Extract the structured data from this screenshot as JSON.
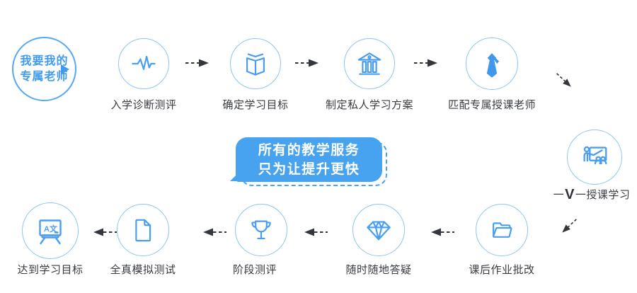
{
  "colors": {
    "accent_blue": "#47a2f0",
    "icon_blue": "#4a9ef0",
    "circle_border_blue": "#8cc5f7",
    "arrow_dark": "#33373c",
    "label_dark": "#383b40",
    "background": "#ffffff"
  },
  "start_badge": {
    "line1": "我要我的",
    "line2": "专属老师",
    "icon": "play-triangle-icon"
  },
  "center_bubble": {
    "line1": "所有的教学服务",
    "line2": "只为让提升更快"
  },
  "steps": {
    "top": [
      {
        "label": "入学诊断测评",
        "icon": "pulse-icon"
      },
      {
        "label": "确定学习目标",
        "icon": "open-book-icon"
      },
      {
        "label": "制定私人学习方案",
        "icon": "bank-icon"
      },
      {
        "label": "匹配专属授课老师",
        "icon": "tie-icon"
      }
    ],
    "right": {
      "label_prefix": "一",
      "label_v": "V",
      "label_suffix": "一授课学习",
      "icon": "teacher-blackboard-icon"
    },
    "bottom": [
      {
        "label": "课后作业批改",
        "icon": "open-folder-icon"
      },
      {
        "label": "随时随地答疑",
        "icon": "diamond-icon"
      },
      {
        "label": "阶段测评",
        "icon": "trophy-icon"
      },
      {
        "label": "全真模拟测试",
        "icon": "document-icon"
      },
      {
        "label": "达到学习目标",
        "icon": "blackboard-easel-icon",
        "board_text": "A文"
      }
    ]
  }
}
